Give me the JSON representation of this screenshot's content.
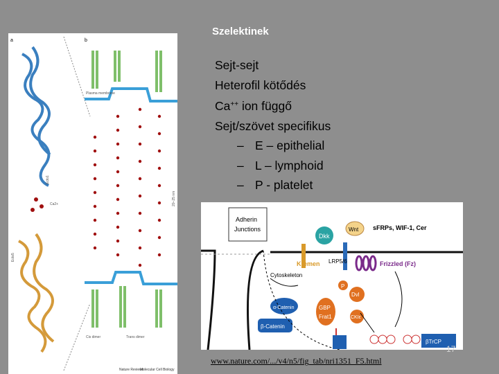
{
  "slide": {
    "title": "Szelektinek",
    "bullets": [
      "Sejt-sejt",
      "Heterofil kötődés",
      "Ion függő",
      "Sejt/szövet specifikus"
    ],
    "ion_prefix": "Ca",
    "ion_sup": "++",
    "ion_suffix": "ion függő",
    "sub_bullets": [
      {
        "dash": "–",
        "text": "E – epithelial"
      },
      {
        "dash": "–",
        "text": "L – lymphoid"
      },
      {
        "dash": "–",
        "text": "P - platelet"
      }
    ],
    "source_link": "www.nature.com/.../v4/n5/fig_tab/nri1351_F5.html",
    "slide_number": "17"
  },
  "left_figure": {
    "panel_a": "a",
    "panel_b": "b",
    "plasma_membrane": "Plasma membrane",
    "ectodomain_1": "Ecto1",
    "ca": "Ca2+",
    "ectodomain_label": "Ecto5",
    "size": "20–25 nm",
    "cis_dimer": "Cis dimer",
    "trans_dimer": "Trans dimer",
    "credit_a": "Nature Reviews",
    "credit_b": "Molecular Cell Biology"
  },
  "right_figure": {
    "adherin": "Adherin",
    "junctions": "Junctions",
    "dkk": "Dkk",
    "wnt": "Wnt",
    "sfrps": "sFRPs, WIF-1, Cer",
    "kremen": "Kremen",
    "lrp": "LRP5/6",
    "frizzled": "Frizzled (Fz)",
    "cytoskeleton": "Cytoskeleton",
    "alpha_catenin": "α-Catenin",
    "beta_catenin": "β-Catenin",
    "p": "P",
    "dvl": "Dvl",
    "gbp": "GBP",
    "frat": "Frat1",
    "cki": "CKIε",
    "betatrcp": "βTrCP"
  },
  "colors": {
    "background": "#8e8e8e",
    "title": "#ffffff",
    "cadherin_blue": "#3a7fbf",
    "cadherin_orange": "#d49a3a",
    "green_bar": "#7fbf6a",
    "red_dot": "#a01010",
    "frizzled_purple": "#7a2a8a",
    "teal": "#2aa3a3"
  }
}
